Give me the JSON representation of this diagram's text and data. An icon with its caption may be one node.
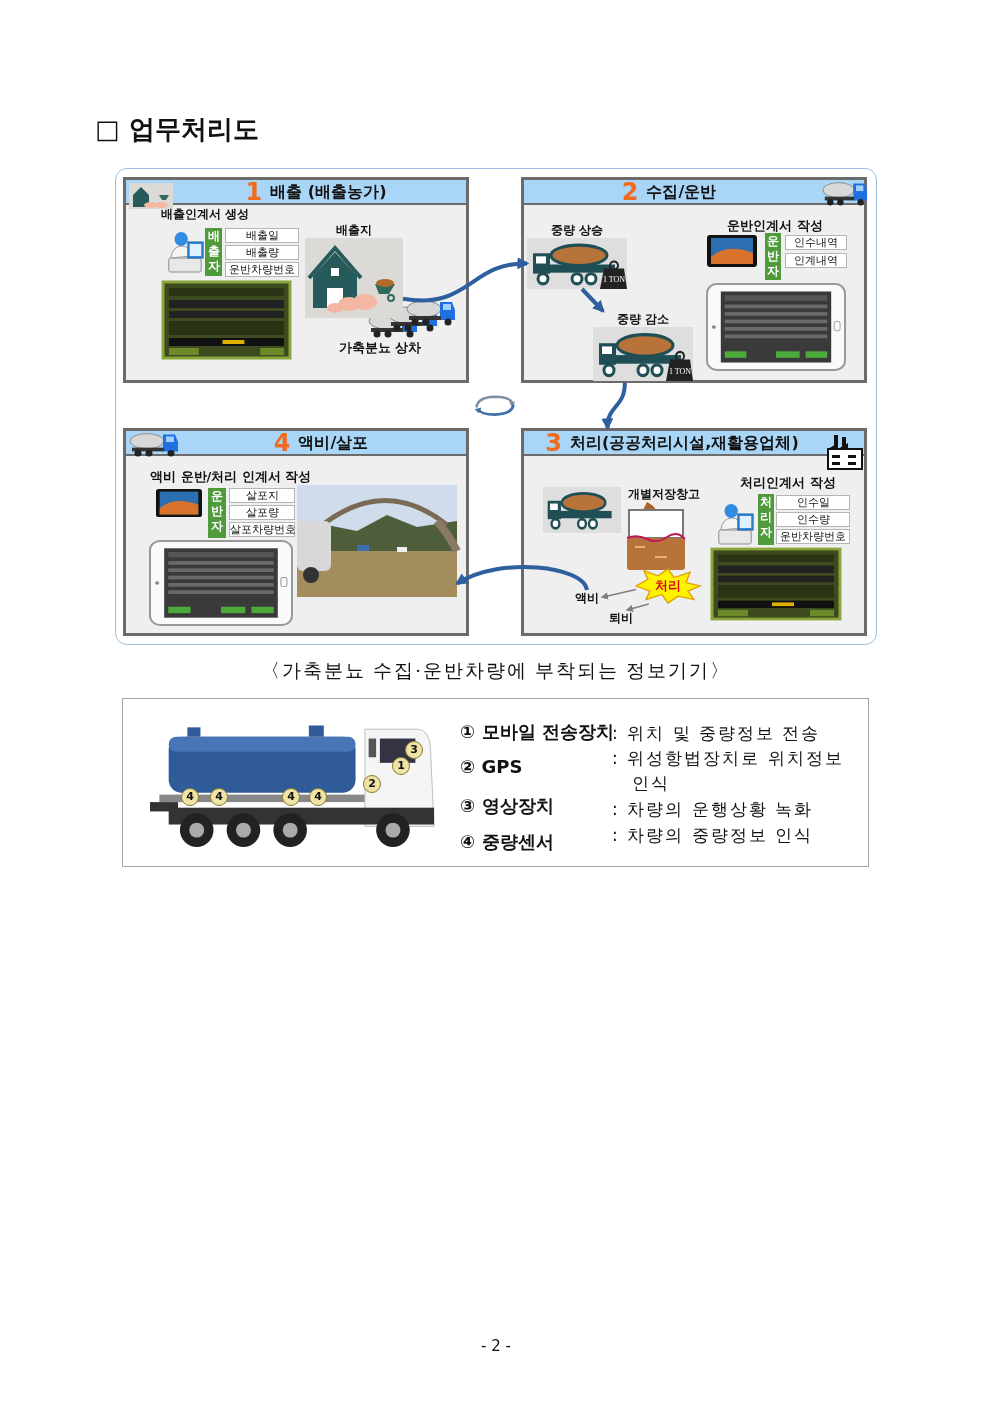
{
  "diagram": {
    "title": "□ 업무처리도",
    "caption": "〈가축분뇨 수집·운반차량에 부착되는 정보기기〉",
    "nodes": [
      {
        "text": [
          "1",
          "배출 (배출농가)"
        ]
      },
      {
        "text": [
          "배출자"
        ],
        "in": 0
      },
      {
        "text": [
          "배출일"
        ],
        "in": 0
      },
      {
        "text": [
          "배출량"
        ],
        "in": 0
      },
      {
        "text": [
          "운반차량번호"
        ],
        "in": 0
      },
      {
        "text": [
          "배출지"
        ],
        "in": 0
      },
      {
        "text": [
          "2",
          "수집/운반"
        ]
      },
      {
        "text": [
          "중량 상승"
        ],
        "in": 6
      },
      {
        "text": [
          "중량 감소"
        ],
        "in": 6
      },
      {
        "text": [
          "운반자"
        ],
        "in": 6
      },
      {
        "text": [
          "인수내역"
        ],
        "in": 6
      },
      {
        "text": [
          "인계내역"
        ],
        "in": 6
      },
      {
        "text": [
          "3",
          "처리(공공처리시설,재활용업체)"
        ]
      },
      {
        "text": [
          "개별저장창고"
        ],
        "in": 12
      },
      {
        "text": [
          "처리"
        ],
        "in": 12
      },
      {
        "text": [
          "액비"
        ],
        "in": 12
      },
      {
        "text": [
          "퇴비"
        ],
        "in": 12
      },
      {
        "text": [
          "처리자"
        ],
        "in": 12
      },
      {
        "text": [
          "인수일"
        ],
        "in": 12
      },
      {
        "text": [
          "인수량"
        ],
        "in": 12
      },
      {
        "text": [
          "운반차량번호"
        ],
        "in": 12
      },
      {
        "text": [
          "4",
          "액비/살포"
        ]
      },
      {
        "text": [
          "운반자"
        ],
        "in": 21
      },
      {
        "text": [
          "살포지"
        ],
        "in": 21
      },
      {
        "text": [
          "살포량"
        ],
        "in": 21
      },
      {
        "text": [
          "살포차량번호"
        ],
        "in": 21
      },
      {
        "text": [],
        "shape": "picture",
        "in": 21
      }
    ],
    "edges": [
      {
        "from": 5,
        "to": 7,
        "arrow": "to"
      },
      {
        "from": 7,
        "to": 8,
        "arrow": "to"
      },
      {
        "from": 6,
        "to": 12,
        "arrow": "to"
      },
      {
        "from": 15,
        "to": 26,
        "arrow": "to"
      },
      {
        "from": 14,
        "to": 15,
        "arrow": "to",
        "color": "#808080"
      },
      {
        "from": 14,
        "to": 16,
        "arrow": "to",
        "color": "#808080"
      }
    ],
    "labels": [
      "배출인계서 생성",
      "가축분뇨 상차",
      "운반인계서 작성",
      "1 TON",
      "1 TON",
      "처리인계서 작성",
      "액비 운반/처리 인계서 작성",
      "3",
      "1",
      "2",
      "4",
      "4",
      "4",
      "4",
      "① 모바일 전송장치",
      ": 위치 및 중량정보 전송",
      "② GPS",
      ": 위성항법장치로 위치정보 인식",
      "③ 영상장치",
      ": 차량의 운행상황 녹화",
      "④ 중량센서",
      ": 차량의 중량정보 인식",
      "- 2 -"
    ]
  }
}
